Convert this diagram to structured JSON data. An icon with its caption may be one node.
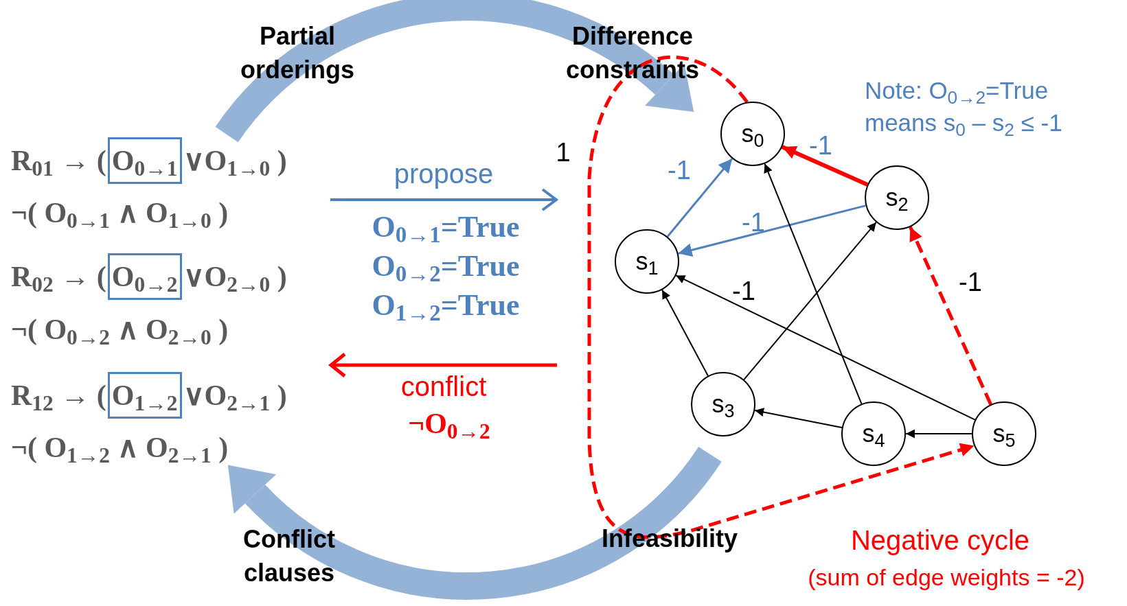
{
  "diagram": {
    "nodes": [
      {
        "text": [
          "O$_{0→1}$"
        ]
      },
      {
        "text": [
          "O$_{0→2}$"
        ]
      },
      {
        "text": [
          "O$_{1→2}$"
        ]
      },
      {
        "text": [
          "s$_{0}$"
        ]
      },
      {
        "text": [
          "s$_{1}$"
        ]
      },
      {
        "text": [
          "s$_{2}$"
        ]
      },
      {
        "text": [
          "s$_{3}$"
        ]
      },
      {
        "text": [
          "s$_{4}$"
        ]
      },
      {
        "text": [
          "s$_{5}$"
        ]
      }
    ],
    "edges": [
      {
        "from": 4,
        "to": 3,
        "arrow": "to",
        "label": "-1",
        "color": "#4f81bd"
      },
      {
        "from": 5,
        "to": 3,
        "arrow": "to",
        "label": "-1",
        "style": "thick",
        "color": "#ff0000"
      },
      {
        "from": 5,
        "to": 4,
        "arrow": "to",
        "label": "-1",
        "color": "#4f81bd"
      },
      {
        "from": 6,
        "to": 4,
        "arrow": "to"
      },
      {
        "from": 6,
        "to": 5,
        "arrow": "to"
      },
      {
        "from": 7,
        "to": 3,
        "arrow": "to"
      },
      {
        "from": 7,
        "to": 6,
        "arrow": "to"
      },
      {
        "from": 8,
        "to": 7,
        "arrow": "to"
      },
      {
        "from": 8,
        "to": 4,
        "arrow": "to",
        "label": "-1"
      },
      {
        "from": 8,
        "to": 5,
        "arrow": "to",
        "label": "-1",
        "style": "dashed",
        "color": "#ff0000"
      },
      {
        "from": 3,
        "to": 8,
        "arrow": "to",
        "label": "1",
        "style": "dashed",
        "color": "#ff0000"
      }
    ],
    "labels": [
      "Partial orderings",
      "Difference constraints",
      "Note: O$_{0→2}$=True means s$_{0}$ – s$_{2}$ ≤ -1",
      "R$_{01}$ → (",
      "∨O$_{1→0}$ )",
      "¬( O$_{0→1}$ ∧ O$_{1→0}$ )",
      "R$_{02}$ → (",
      "∨O$_{2→0}$ )",
      "¬( O$_{0→2}$ ∧ O$_{2→0}$ )",
      "R$_{12}$ → (",
      "∨O$_{2→1}$ )",
      "¬( O$_{1→2}$ ∧ O$_{2→1}$ )",
      "propose",
      "O$_{0→1}$=True",
      "O$_{0→2}$=True",
      "O$_{1→2}$=True",
      "conflict",
      "¬O$_{0→2}$",
      "Conflict clauses",
      "Infeasibility",
      "Negative cycle",
      "(sum of edge weights = -2)"
    ]
  }
}
